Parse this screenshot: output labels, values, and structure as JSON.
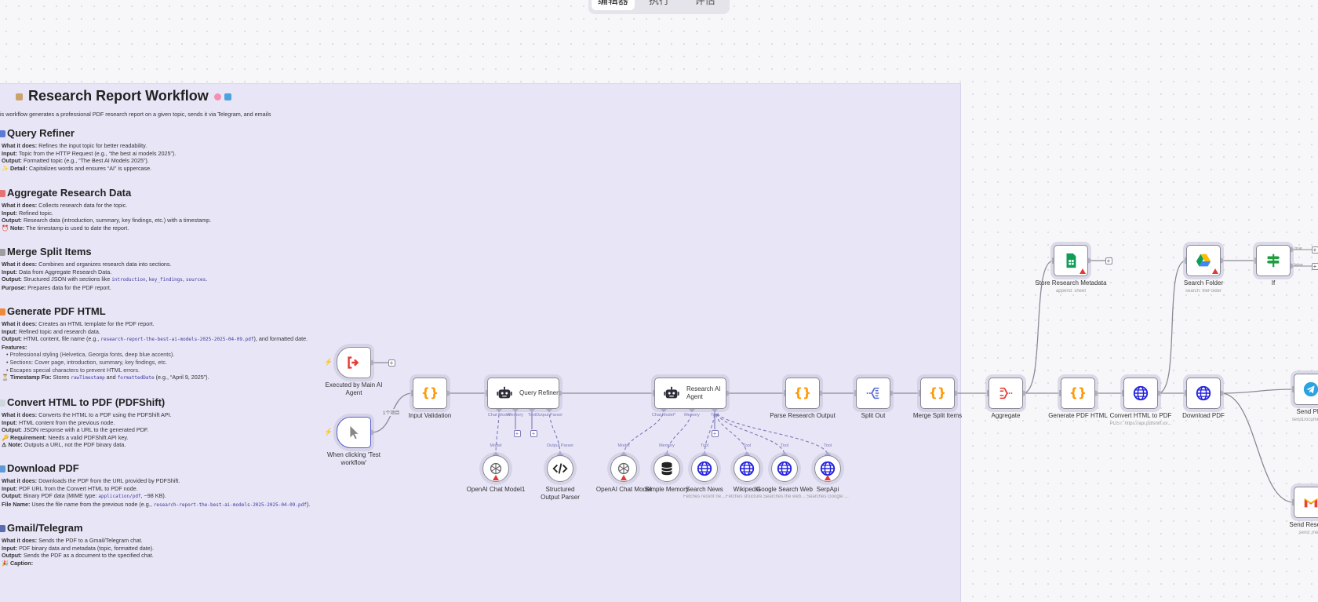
{
  "tabs": [
    {
      "label": "编辑器",
      "active": true
    },
    {
      "label": "执行",
      "active": false
    },
    {
      "label": "评估",
      "active": false
    }
  ],
  "sticky": {
    "title": "Research Report Workflow",
    "title_emojis": [
      "clipboard",
      "brain",
      "computer"
    ],
    "subtitle": "is workflow generates a professional PDF research report on a given topic, sends it via Telegram, and emails",
    "sections": [
      {
        "heading": "Query Refiner",
        "icon": "magnifier",
        "lines": [
          [
            {
              "b": "What it does:"
            },
            {
              "t": " Refines the input topic for better readability."
            }
          ],
          [
            {
              "b": "Input:"
            },
            {
              "t": " Topic from the HTTP Request (e.g., “the best ai models 2025”)."
            }
          ],
          [
            {
              "b": "Output:"
            },
            {
              "t": " Formatted topic (e.g., “The Best AI Models 2025”)."
            }
          ],
          [
            {
              "b": "✨ Detail:"
            },
            {
              "t": " Capitalizes words and ensures “AI” is uppercase."
            }
          ]
        ]
      },
      {
        "heading": "Aggregate Research Data",
        "icon": "chart",
        "lines": [
          [
            {
              "b": "What it does:"
            },
            {
              "t": " Collects research data for the topic."
            }
          ],
          [
            {
              "b": "Input:"
            },
            {
              "t": " Refined topic."
            }
          ],
          [
            {
              "b": "Output:"
            },
            {
              "t": " Research data (introduction, summary, key findings, etc.) with a timestamp."
            }
          ],
          [
            {
              "b": "⏰ Note:"
            },
            {
              "t": " The timestamp is used to date the report."
            }
          ]
        ]
      },
      {
        "heading": "Merge Split Items",
        "icon": "link",
        "lines": [
          [
            {
              "b": "What it does:"
            },
            {
              "t": " Combines and organizes research data into sections."
            }
          ],
          [
            {
              "b": "Input:"
            },
            {
              "t": " Data from Aggregate Research Data."
            }
          ],
          [
            {
              "b": "Output:"
            },
            {
              "t": " Structured JSON with sections like "
            },
            {
              "c": "introduction"
            },
            {
              "t": ", "
            },
            {
              "c": "key_findings"
            },
            {
              "t": ", "
            },
            {
              "c": "sources"
            },
            {
              "t": "."
            }
          ],
          [
            {
              "b": "Purpose:"
            },
            {
              "t": " Prepares data for the PDF report."
            }
          ]
        ]
      },
      {
        "heading": "Generate PDF HTML",
        "icon": "pencil",
        "lines": [
          [
            {
              "b": "What it does:"
            },
            {
              "t": " Creates an HTML template for the PDF report."
            }
          ],
          [
            {
              "b": "Input:"
            },
            {
              "t": " Refined topic and research data."
            }
          ],
          [
            {
              "b": "Output:"
            },
            {
              "t": " HTML content, file name (e.g., "
            },
            {
              "c": "research-report-the-best-ai-models-2025-2025-04-09.pdf"
            },
            {
              "t": "), and formatted date."
            }
          ],
          [
            {
              "b": "Features:"
            }
          ],
          [
            {
              "u": "Professional styling (Helvetica, Georgia fonts, deep blue accents)."
            }
          ],
          [
            {
              "u": "Sections: Cover page, introduction, summary, key findings, etc."
            }
          ],
          [
            {
              "u": "Escapes special characters to prevent HTML errors."
            }
          ],
          [
            {
              "b": "⏳ Timestamp Fix:"
            },
            {
              "t": " Stores "
            },
            {
              "c": "rawTimestamp"
            },
            {
              "t": " and "
            },
            {
              "c": "formattedDate"
            },
            {
              "t": " (e.g., “April 9, 2025”)."
            }
          ]
        ]
      },
      {
        "heading": "Convert HTML to PDF (PDFShift)",
        "icon": "document",
        "lines": [
          [
            {
              "b": "What it does:"
            },
            {
              "t": " Converts the HTML to a PDF using the PDFShift API."
            }
          ],
          [
            {
              "b": "Input:"
            },
            {
              "t": " HTML content from the previous node."
            }
          ],
          [
            {
              "b": "Output:"
            },
            {
              "t": " JSON response with a URL to the generated PDF."
            }
          ],
          [
            {
              "b": "🔑 Requirement:"
            },
            {
              "t": " Needs a valid PDFShift API key."
            }
          ],
          [
            {
              "b": "⚠ Note:"
            },
            {
              "t": " Outputs a URL, not the PDF binary data."
            }
          ]
        ]
      },
      {
        "heading": "Download PDF",
        "icon": "download",
        "lines": [
          [
            {
              "b": "What it does:"
            },
            {
              "t": " Downloads the PDF from the URL provided by PDFShift."
            }
          ],
          [
            {
              "b": "Input:"
            },
            {
              "t": " PDF URL from the Convert HTML to PDF node."
            }
          ],
          [
            {
              "b": "Output:"
            },
            {
              "t": " Binary PDF data (MIME type: "
            },
            {
              "c": "application/pdf"
            },
            {
              "t": ", ~98 KB)."
            }
          ],
          [
            {
              "b": "File Name:"
            },
            {
              "t": " Uses the file name from the previous node (e.g., "
            },
            {
              "c": "research-report-the-best-ai-models-2025-2025-04-09.pdf"
            },
            {
              "t": ")."
            }
          ]
        ]
      },
      {
        "heading": "Gmail/Telegram",
        "icon": "phone",
        "lines": [
          [
            {
              "b": "What it does:"
            },
            {
              "t": " Sends the PDF to a Gmail/Telegram chat."
            }
          ],
          [
            {
              "b": "Input:"
            },
            {
              "t": " PDF binary data and metadata (topic, formatted date)."
            }
          ],
          [
            {
              "b": "Output:"
            },
            {
              "t": " Sends the PDF as a document to the specified chat."
            }
          ],
          [
            {
              "b": "🎉 Caption:"
            }
          ]
        ]
      }
    ]
  },
  "nodes": {
    "executed": {
      "label": "Executed by Main AI Agent",
      "icon": "sign-in-icon",
      "trigger": true
    },
    "manual": {
      "label": "When clicking ‘Test workflow’",
      "icon": "cursor-icon",
      "trigger": true
    },
    "inputValidation": {
      "label": "Input Validation",
      "icon": "code-braces-icon"
    },
    "queryRefiner": {
      "label": "Query Refiner",
      "icon": "robot-icon"
    },
    "researchAgent": {
      "label": "Research AI Agent",
      "icon": "robot-icon"
    },
    "parseOutput": {
      "label": "Parse Research Output",
      "icon": "code-braces-icon"
    },
    "splitOut": {
      "label": "Split Out",
      "icon": "split-icon"
    },
    "mergeSplit": {
      "label": "Merge Split Items",
      "icon": "code-braces-icon"
    },
    "aggregate": {
      "label": "Aggregate",
      "icon": "aggregate-icon"
    },
    "generateHtml": {
      "label": "Generate PDF HTML",
      "icon": "code-braces-icon"
    },
    "convertPdf": {
      "label": "Convert HTML to PDF",
      "subtitle": "POST: https://api.pdfshift.io/...",
      "icon": "globe-icon"
    },
    "downloadPdf": {
      "label": "Download PDF",
      "icon": "globe-icon"
    },
    "storeMeta": {
      "label": "Store Research Metadata",
      "subtitle": "append: sheet",
      "icon": "google-sheets-icon",
      "warning": true
    },
    "searchFolder": {
      "label": "Search Folder",
      "subtitle": "search: fileFolder",
      "icon": "google-drive-icon",
      "warning": true
    },
    "if": {
      "label": "If",
      "icon": "signpost-icon"
    },
    "sendPdf": {
      "label": "Send PDF",
      "subtitle": "sendDocument: m",
      "icon": "telegram-icon",
      "warning": true
    },
    "sendResearch": {
      "label": "Send Research",
      "subtitle": "send: mess",
      "icon": "gmail-icon"
    }
  },
  "subnodes": {
    "openai1": {
      "label": "OpenAI Chat Model1",
      "icon": "openai-icon",
      "handle": "Model",
      "warning": true
    },
    "parser": {
      "label": "Structured Output Parser",
      "icon": "code-tag-icon",
      "handle": "Output Parser"
    },
    "openai2": {
      "label": "OpenAI Chat Model",
      "icon": "openai-icon",
      "handle": "Model",
      "warning": true
    },
    "memory": {
      "label": "Simple Memory",
      "icon": "database-icon",
      "handle": "Memory"
    },
    "news": {
      "label": "Search News",
      "subtitle": "Fetches recent news...",
      "icon": "globe-icon",
      "handle": "Tool"
    },
    "wiki": {
      "label": "Wikipedia",
      "subtitle": "Fetches structured data...",
      "icon": "globe-icon",
      "handle": "Tool"
    },
    "google": {
      "label": "Google Search Web",
      "subtitle": "Searches the web for...",
      "icon": "globe-icon",
      "handle": "Tool"
    },
    "serp": {
      "label": "SerpApi",
      "subtitle": "Searches Google Schol...",
      "icon": "globe-icon",
      "handle": "Tool",
      "warning": true
    }
  },
  "handles": {
    "queryRefiner": [
      "Chat Model",
      "Memory",
      "Tool",
      "Output Parser"
    ],
    "researchAgent": [
      "Chat Model*",
      "Memory",
      "Tool"
    ],
    "if": [
      "true",
      "false"
    ]
  },
  "edge_labels": {
    "manual_to_validation": "1个项目"
  },
  "colors": {
    "accent": "#7a7ab8",
    "sticky": "#e8e5f6",
    "warning": "#e53935",
    "code": "#ff9800",
    "globe": "#2222dd"
  }
}
